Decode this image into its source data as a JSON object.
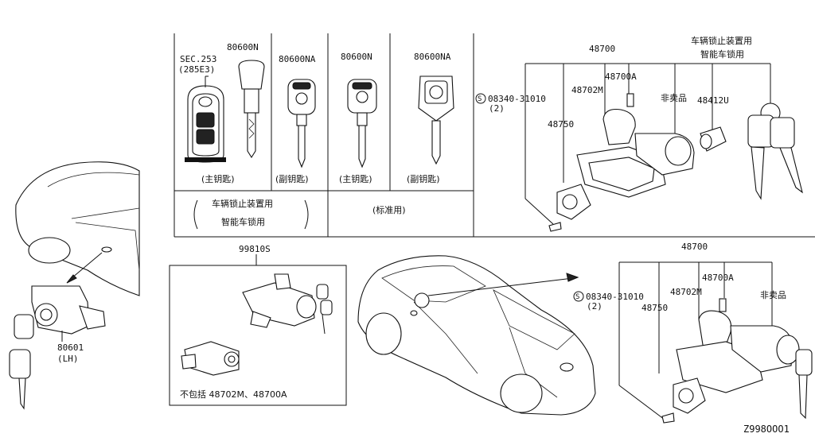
{
  "diagram_id": "Z998OOO1",
  "key_table": {
    "sec_ref_line1": "SEC.253",
    "sec_ref_line2": "(285E3)",
    "columns": [
      {
        "part": "80600N",
        "caption": "(主钥匙)"
      },
      {
        "part": "80600NA",
        "caption": "(副钥匙)"
      },
      {
        "part": "80600N",
        "caption": "(主钥匙)"
      },
      {
        "part": "80600NA",
        "caption": "(副钥匙)"
      }
    ],
    "group_left_line1": "车辆锁止装置用",
    "group_left_line2": "智能车锁用",
    "group_right": "(标准用)"
  },
  "top_assembly": {
    "title_line1": "车辆锁止装置用",
    "title_line2": "智能车锁用",
    "part_48700": "48700",
    "part_48700A": "48700A",
    "part_48702M": "48702M",
    "part_48750": "48750",
    "part_48412U": "48412U",
    "not_sold": "非卖品",
    "screw_part": "08340-31010",
    "screw_qty": "(2)",
    "screw_symbol": "S"
  },
  "kit_box": {
    "part": "99810S",
    "note": "不包括 48702M、48700A"
  },
  "door_lock": {
    "part": "80601",
    "side": "(LH)"
  },
  "bottom_assembly": {
    "part_48700": "48700",
    "part_48700A": "48700A",
    "part_48702M": "48702M",
    "part_48750": "48750",
    "not_sold": "非卖品",
    "screw_part": "08340-31010",
    "screw_qty": "(2)",
    "screw_symbol": "S"
  }
}
